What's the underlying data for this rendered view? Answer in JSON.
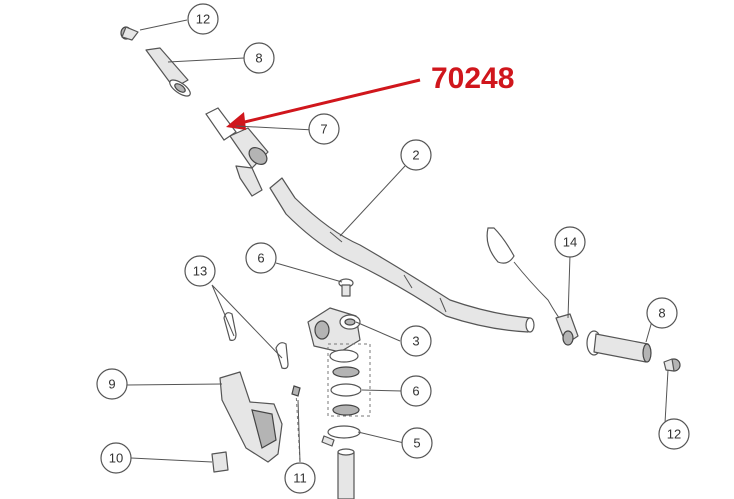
{
  "highlight": {
    "part_number": "70248",
    "color": "#d0161c"
  },
  "callouts": {
    "c12_top": "12",
    "c8_top": "8",
    "c7": "7",
    "c2": "2",
    "c14": "14",
    "c8_right": "8",
    "c12_right": "12",
    "c6_top": "6",
    "c3": "3",
    "c6_mid": "6",
    "c5": "5",
    "c13": "13",
    "c9": "9",
    "c10": "10",
    "c11": "11"
  }
}
